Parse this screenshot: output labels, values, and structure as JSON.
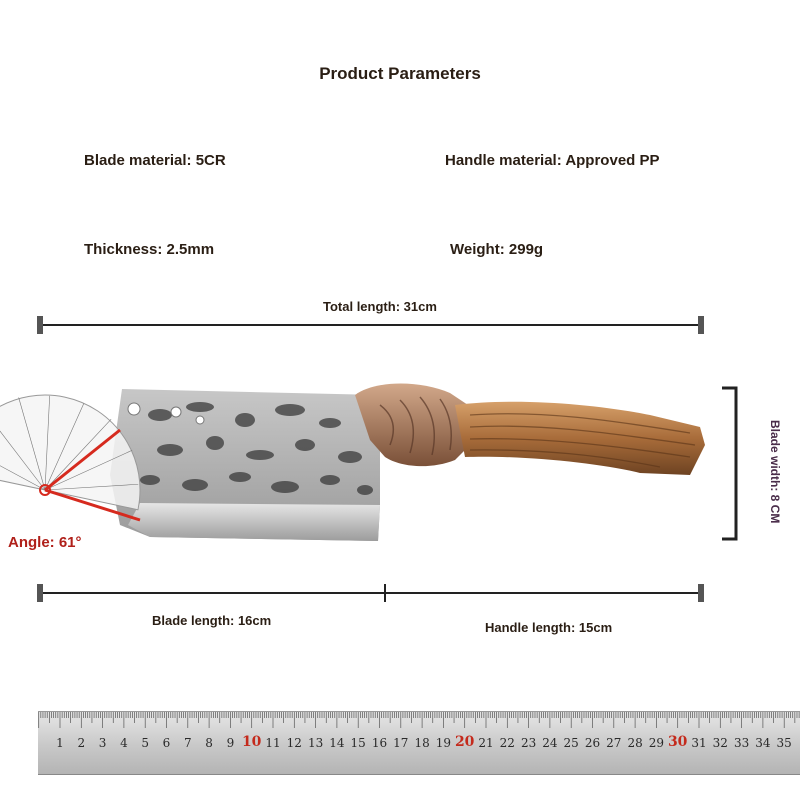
{
  "header": {
    "title": "Product Parameters"
  },
  "specs": {
    "blade_material": "Blade material: 5CR",
    "handle_material": "Handle material: Approved PP",
    "thickness": "Thickness: 2.5mm",
    "weight": "Weight: 299g"
  },
  "dimensions": {
    "total_length": "Total length: 31cm",
    "blade_length": "Blade length: 16cm",
    "handle_length": "Handle length: 15cm",
    "blade_width": "Blade width: 8 CM",
    "angle": "Angle: 61°"
  },
  "ruler": {
    "numbers": [
      1,
      2,
      3,
      4,
      5,
      6,
      7,
      8,
      9,
      10,
      11,
      12,
      13,
      14,
      15,
      16,
      17,
      18,
      19,
      20,
      21,
      22,
      23,
      24,
      25,
      26,
      27,
      28,
      29,
      30,
      31,
      32,
      33,
      34,
      35
    ]
  },
  "colors": {
    "angle_red": "#b0201a",
    "blade_width_text": "#4a2d4a",
    "wood": "#b07a48",
    "bronze": "#a87a5e"
  }
}
